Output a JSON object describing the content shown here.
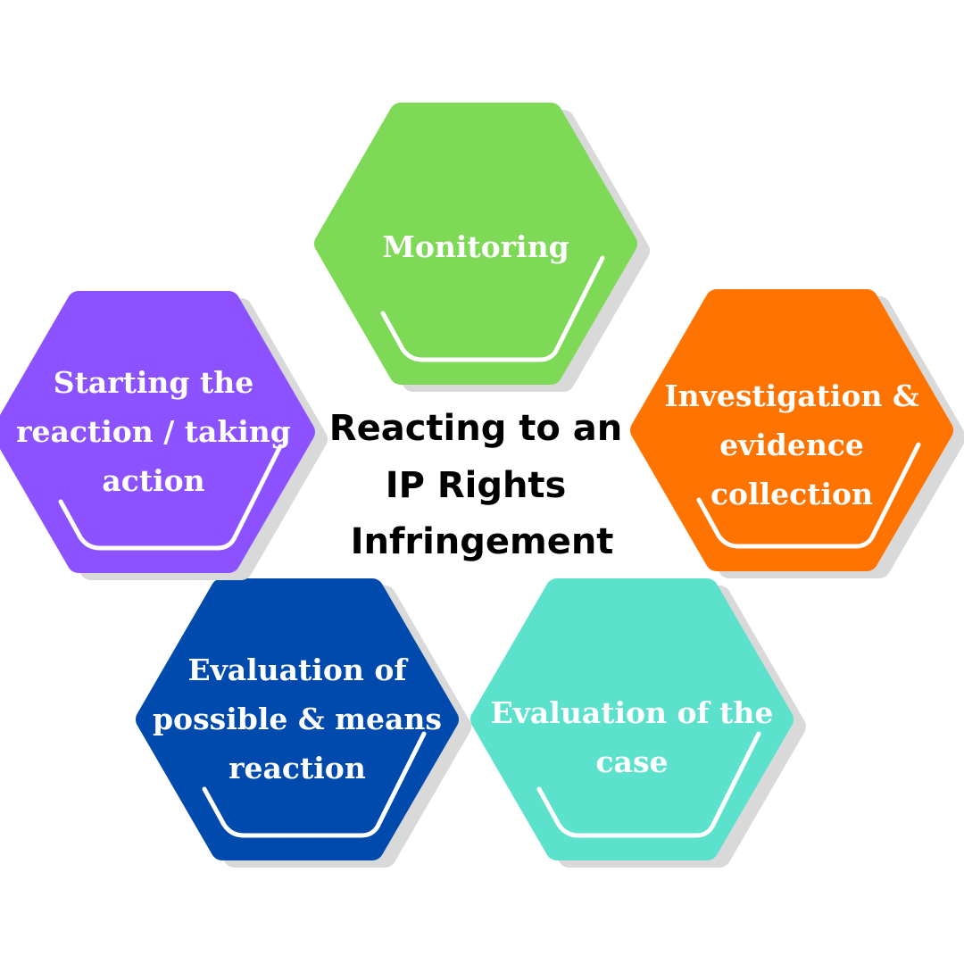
{
  "title_lines": [
    "Reacting to an",
    "IP Rights",
    "Infringement"
  ],
  "steps": [
    {
      "id": "monitoring",
      "lines": [
        "Monitoring"
      ],
      "color": "#7ed957"
    },
    {
      "id": "investigation",
      "lines": [
        "Investigation &",
        "evidence",
        "collection"
      ],
      "color": "#ff7300"
    },
    {
      "id": "evaluation-case",
      "lines": [
        "Evaluation of the",
        "case"
      ],
      "color": "#5ce1cc"
    },
    {
      "id": "evaluation-reaction",
      "lines": [
        "Evaluation of",
        "possible & means",
        "reaction"
      ],
      "color": "#004aad"
    },
    {
      "id": "starting-reaction",
      "lines": [
        "Starting the",
        "reaction / taking",
        "action"
      ],
      "color": "#8c52ff"
    }
  ],
  "shadow_color": "#d9d9d9",
  "highlight_color": "#ffffff"
}
